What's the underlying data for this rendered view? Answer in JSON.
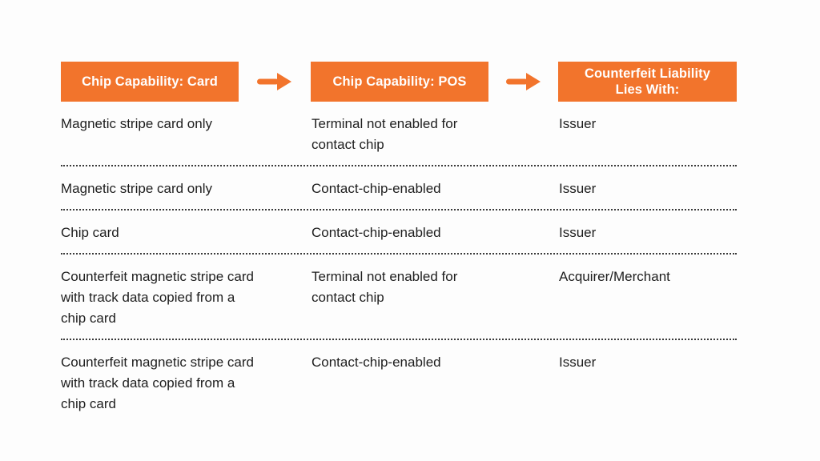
{
  "colors": {
    "accent": "#F2742C",
    "text": "#1E1E1E",
    "header_text": "#FFFFFF",
    "separator": "#3A3A3A",
    "background": "#FDFDFD"
  },
  "table": {
    "headers": [
      {
        "label": "Chip Capability: Card"
      },
      {
        "label": "Chip Capability: POS"
      },
      {
        "label": "Counterfeit Liability Lies With:"
      }
    ],
    "rows": [
      {
        "card": "Magnetic stripe card only",
        "pos": "Terminal not enabled for contact chip",
        "liability": "Issuer"
      },
      {
        "card": "Magnetic stripe card only",
        "pos": "Contact-chip-enabled",
        "liability": "Issuer"
      },
      {
        "card": "Chip card",
        "pos": "Contact-chip-enabled",
        "liability": "Issuer"
      },
      {
        "card": "Counterfeit magnetic stripe card with track data copied from a chip card",
        "pos": "Terminal not enabled for contact chip",
        "liability": "Acquirer/Merchant"
      },
      {
        "card": "Counterfeit magnetic stripe card with track data copied from a chip card",
        "pos": "Contact-chip-enabled",
        "liability": "Issuer"
      }
    ]
  }
}
